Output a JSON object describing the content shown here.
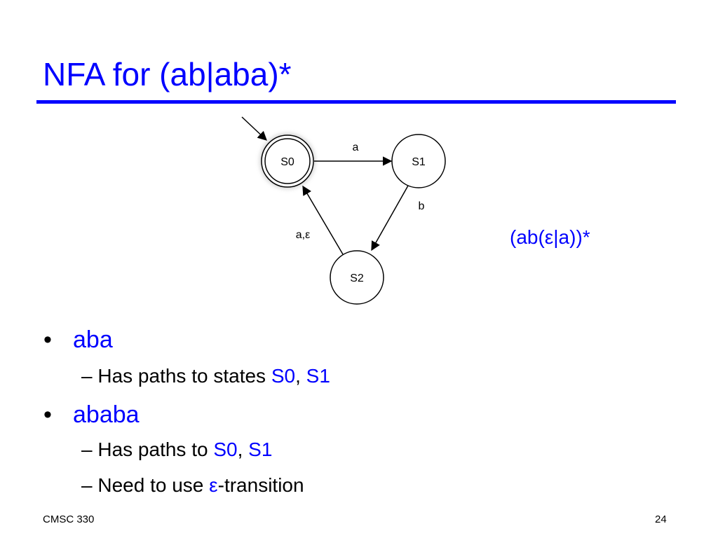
{
  "slide": {
    "title": "NFA for (ab|aba)*",
    "regex_note": "(ab(ε|a))*"
  },
  "diagram": {
    "states": [
      {
        "id": "S0",
        "label": "S0",
        "start": true,
        "accepting": true
      },
      {
        "id": "S1",
        "label": "S1",
        "start": false,
        "accepting": false
      },
      {
        "id": "S2",
        "label": "S2",
        "start": false,
        "accepting": false
      }
    ],
    "transitions": [
      {
        "from": "S0",
        "to": "S1",
        "label": "a"
      },
      {
        "from": "S1",
        "to": "S2",
        "label": "b"
      },
      {
        "from": "S2",
        "to": "S0",
        "label": "a,ε"
      }
    ]
  },
  "bullets": [
    {
      "bullet_symbol": "•",
      "text": "aba",
      "subs": [
        {
          "dash": "–",
          "pre": "Has paths to states ",
          "s0": "S0",
          "comma": ", ",
          "s1": "S1"
        }
      ]
    },
    {
      "bullet_symbol": "•",
      "text": "ababa",
      "subs": [
        {
          "dash": "–",
          "pre": "Has paths to ",
          "s0": "S0",
          "comma": ", ",
          "s1": "S1"
        },
        {
          "dash": "–",
          "pre": "Need to use ",
          "eps": "ε",
          "post": "-transition"
        }
      ]
    }
  ],
  "footer": {
    "course": "CMSC 330",
    "page": "24"
  }
}
